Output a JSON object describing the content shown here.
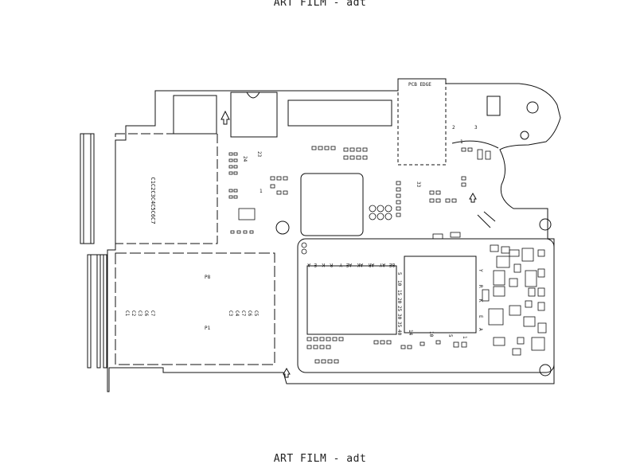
{
  "header": {
    "title": "ART FILM - adt"
  },
  "footer": {
    "title": "ART FILM - adt"
  },
  "board": {
    "edge_label": "PCB EDGE",
    "cap_column_vertical": "C1C2C3C4C5C6C7",
    "cap_labels_left": [
      "C3",
      "C4",
      "C7",
      "C6",
      "C5"
    ],
    "cap_labels_right": [
      "C1",
      "C2",
      "C3",
      "C6",
      "C7"
    ],
    "mid_labels": [
      "P8",
      "P1"
    ],
    "connector_numbers": [
      "24",
      "23",
      "1",
      "2",
      "3",
      "33",
      "1"
    ],
    "qfp_left": {
      "top_pins": [
        "A",
        "E",
        "K",
        "R",
        "Y",
        "AE",
        "AK",
        "AR",
        "AY",
        "BE"
      ],
      "right_numbers": [
        "5",
        "10",
        "15",
        "20",
        "25",
        "30",
        "35",
        "40"
      ]
    },
    "qfp_right": {
      "side_letters": [
        "Y",
        "R",
        "K",
        "E",
        "A"
      ],
      "bottom_numbers": [
        "14",
        "10",
        "5",
        "1"
      ]
    }
  }
}
